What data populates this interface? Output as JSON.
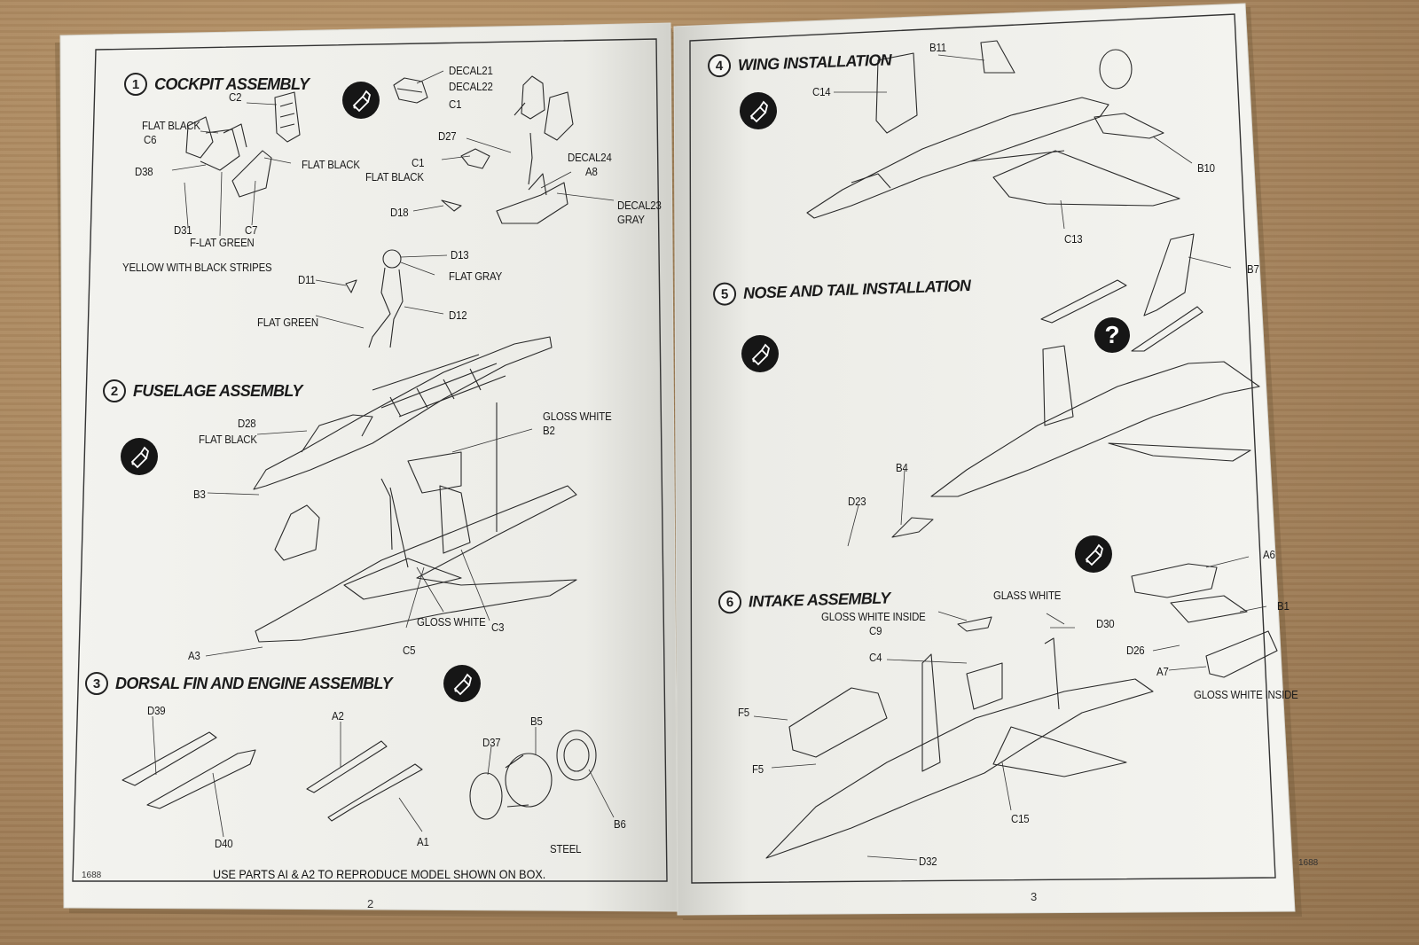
{
  "page_left": {
    "number": "2",
    "code": "1688",
    "footnote": "USE PARTS AI & A2 TO REPRODUCE MODEL SHOWN ON BOX."
  },
  "page_right": {
    "number": "3",
    "code": "1688"
  },
  "steps": [
    {
      "number": "1",
      "title": "COCKPIT ASSEMBLY"
    },
    {
      "number": "2",
      "title": "FUSELAGE ASSEMBLY"
    },
    {
      "number": "3",
      "title": "DORSAL FIN AND ENGINE ASSEMBLY"
    },
    {
      "number": "4",
      "title": "WING INSTALLATION"
    },
    {
      "number": "5",
      "title": "NOSE AND TAIL INSTALLATION"
    },
    {
      "number": "6",
      "title": "INTAKE ASSEMBLY"
    }
  ],
  "callouts": {
    "step1": {
      "c2": "C2",
      "flat_black_1": "FLAT BLACK",
      "c6": "C6",
      "d38": "D38",
      "flat_black_2": "FLAT BLACK",
      "d31": "D31",
      "c7": "C7",
      "flat_green_1": "F-LAT GREEN",
      "yellow": "YELLOW WITH BLACK STRIPES",
      "decal21": "DECAL21",
      "decal22": "DECAL22",
      "c1_top": "C1",
      "d27": "D27",
      "c1": "C1",
      "flat_black_3": "FLAT BLACK",
      "decal24": "DECAL24",
      "a8": "A8",
      "d18": "D18",
      "decal23": "DECAL23",
      "gray": "GRAY",
      "d13": "D13",
      "flat_gray": "FLAT GRAY",
      "d11": "D11",
      "d12": "D12",
      "flat_green_2": "FLAT GREEN"
    },
    "step2": {
      "d28": "D28",
      "flat_black": "FLAT BLACK",
      "gloss_white_1": "GLOSS WHITE",
      "b2": "B2",
      "b3": "B3",
      "a3": "A3",
      "c5": "C5",
      "gloss_white_2": "GLOSS WHITE",
      "c3": "C3"
    },
    "step3": {
      "d39": "D39",
      "d40": "D40",
      "a2": "A2",
      "a1": "A1",
      "d37": "D37",
      "b5": "B5",
      "b6": "B6",
      "steel": "STEEL"
    },
    "step4": {
      "b11": "B11",
      "c14": "C14",
      "b10": "B10",
      "c13": "C13"
    },
    "step5": {
      "b7": "B7",
      "b4": "B4",
      "d23": "D23"
    },
    "step6": {
      "glass_white": "GLASS WHITE",
      "gloss_white_inside_1": "GLOSS WHITE INSIDE",
      "c9": "C9",
      "d30": "D30",
      "c4": "C4",
      "a6": "A6",
      "b1": "B1",
      "d26": "D26",
      "a7": "A7",
      "gloss_white_inside_2": "GLOSS WHITE INSIDE",
      "f5_a": "F5",
      "f5_b": "F5",
      "c15": "C15",
      "d32": "D32"
    }
  },
  "colors": {
    "paper": "#f3f3ef",
    "ink": "#1b1b1b",
    "cardboard": "#a8865e"
  }
}
